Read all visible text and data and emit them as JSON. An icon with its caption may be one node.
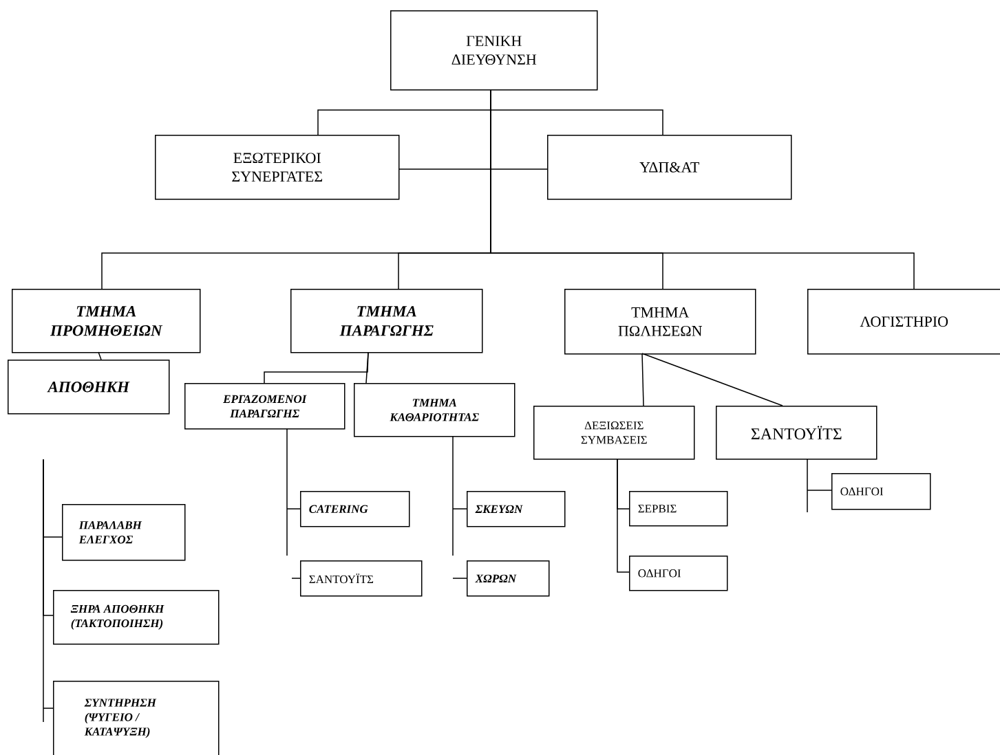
{
  "diagram": {
    "nodes": [
      {
        "text": [
          "ΓΕΝΙΚΗ ΔΙΕΥΘΥΝΣΗ"
        ]
      },
      {
        "text": [
          "ΕΞΩΤΕΡΙΚΟΙ ΣΥΝΕΡΓΑΤΕΣ"
        ]
      },
      {
        "text": [
          "ΥΔΠ&ΑΤ"
        ]
      },
      {
        "text": [
          "ΤΜΗΜΑ ΠΡΟΜΗΘΕΙΩΝ"
        ]
      },
      {
        "text": [
          "ΤΜΗΜΑ ΠΑΡΑΓΩΓΗΣ"
        ]
      },
      {
        "text": [
          "ΤΜΗΜΑ ΠΩΛΗΣΕΩΝ"
        ]
      },
      {
        "text": [
          "ΛΟΓΙΣΤΗΡΙΟ"
        ]
      },
      {
        "text": [
          "ΑΠΟΘΗΚΗ"
        ]
      },
      {
        "text": [
          "ΕΡΓΑΖΟΜΕΝΟΙ ΠΑΡΑΓΩΓΗΣ"
        ]
      },
      {
        "text": [
          "ΤΜΗΜΑ ΚΑΘΑΡΙΟΤΗΤΑΣ"
        ]
      },
      {
        "text": [
          "ΔΕΞΙΩΣΕΙΣ ΣΥΜΒΑΣΕΙΣ"
        ]
      },
      {
        "text": [
          "ΣΑΝΤΟΥΪΤΣ"
        ]
      },
      {
        "text": [
          "ΠΑΡΑΛΑΒΗ ΕΛΕΓΧΟΣ"
        ]
      },
      {
        "text": [
          "ΞΗΡΑ ΑΠΟΘΗΚΗ (ΤΑΚΤΟΠΟΙΗΣΗ)"
        ]
      },
      {
        "text": [
          "ΣΥΝΤΗΡΗΣΗ (ΨΥΓΕΙΟ / ΚΑΤΑΨΥΞΗ)"
        ]
      },
      {
        "text": [
          "CATERING"
        ]
      },
      {
        "text": [
          "ΣΑΝΤΟΥΪΤΣ"
        ]
      },
      {
        "text": [
          "ΣΚΕΥΩΝ"
        ]
      },
      {
        "text": [
          "ΧΩΡΩΝ"
        ]
      },
      {
        "text": [
          "ΣΕΡΒΙΣ"
        ]
      },
      {
        "text": [
          "ΟΔΗΓΟΙ"
        ]
      },
      {
        "text": [
          "ΟΔΗΓΟΙ"
        ]
      }
    ],
    "edges": [
      {
        "from": 0,
        "to": 1,
        "arrow": "none"
      },
      {
        "from": 0,
        "to": 2,
        "arrow": "none"
      },
      {
        "from": 1,
        "to": 2,
        "arrow": "none"
      },
      {
        "from": 0,
        "to": 3,
        "arrow": "none"
      },
      {
        "from": 0,
        "to": 4,
        "arrow": "none"
      },
      {
        "from": 0,
        "to": 5,
        "arrow": "none"
      },
      {
        "from": 0,
        "to": 6,
        "arrow": "none"
      },
      {
        "from": 3,
        "to": 7,
        "arrow": "none"
      },
      {
        "from": 4,
        "to": 8,
        "arrow": "none"
      },
      {
        "from": 4,
        "to": 9,
        "arrow": "none"
      },
      {
        "from": 5,
        "to": 10,
        "arrow": "none"
      },
      {
        "from": 5,
        "to": 11,
        "arrow": "none"
      },
      {
        "from": null,
        "to": 12,
        "arrow": "none"
      },
      {
        "from": null,
        "to": 13,
        "arrow": "none"
      },
      {
        "from": null,
        "to": 14,
        "arrow": "none"
      },
      {
        "from": 8,
        "to": 15,
        "arrow": "none"
      },
      {
        "from": null,
        "to": 16,
        "arrow": "none"
      },
      {
        "from": 9,
        "to": 17,
        "arrow": "none"
      },
      {
        "from": null,
        "to": 18,
        "arrow": "none"
      },
      {
        "from": 10,
        "to": 19,
        "arrow": "none"
      },
      {
        "from": 10,
        "to": 20,
        "arrow": "none"
      },
      {
        "from": 11,
        "to": 21,
        "arrow": "none"
      }
    ]
  }
}
